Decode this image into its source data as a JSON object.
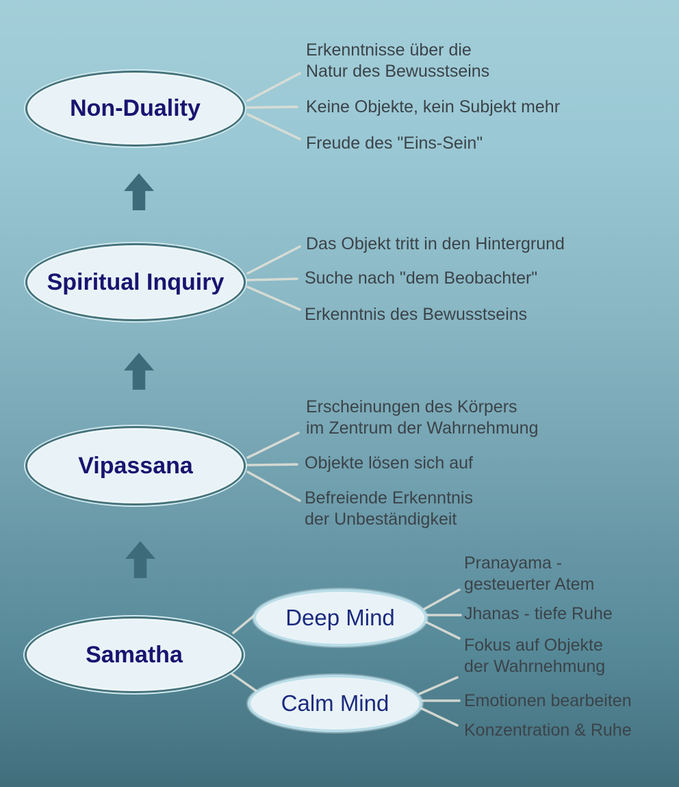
{
  "nodes": {
    "non_duality": {
      "label": "Non-Duality"
    },
    "spiritual_inquiry": {
      "label": "Spiritual Inquiry"
    },
    "vipassana": {
      "label": "Vipassana"
    },
    "samatha": {
      "label": "Samatha"
    },
    "deep_mind": {
      "label": "Deep Mind"
    },
    "calm_mind": {
      "label": "Calm Mind"
    }
  },
  "annotations": {
    "non_duality": [
      {
        "line1": "Erkenntnisse über die",
        "line2": "Natur des Bewusstseins"
      },
      {
        "line1": "Keine Objekte, kein Subjekt mehr"
      },
      {
        "line1": "Freude des \"Eins-Sein\""
      }
    ],
    "spiritual_inquiry": [
      {
        "line1": "Das Objekt tritt in den Hintergrund"
      },
      {
        "line1": "Suche nach \"dem Beobachter\""
      },
      {
        "line1": "Erkenntnis des Bewusstseins"
      }
    ],
    "vipassana": [
      {
        "line1": "Erscheinungen des Körpers",
        "line2": "im Zentrum der Wahrnehmung"
      },
      {
        "line1": "Objekte lösen sich auf"
      },
      {
        "line1": "Befreiende Erkenntnis",
        "line2": "der Unbeständigkeit"
      }
    ],
    "deep_mind": [
      {
        "line1": "Pranayama -",
        "line2": "gesteuerter Atem"
      },
      {
        "line1": "Jhanas - tiefe Ruhe"
      },
      {
        "line1": "Fokus auf Objekte",
        "line2": "der Wahrnehmung"
      }
    ],
    "calm_mind": [
      {
        "line1": "Emotionen bearbeiten"
      },
      {
        "line1": "Konzentration & Ruhe"
      }
    ]
  },
  "colors": {
    "background_top": "#a3ced9",
    "background_bottom": "#426e7c",
    "ellipse_fill": "#e9f3f7",
    "ellipse_border_dark": "#45727b",
    "ellipse_border_light": "#b9dde8",
    "node_text": "#191470",
    "annotation_text": "#3b4349",
    "connector_line": "#dcded6",
    "arrow": "#3d6b79"
  }
}
